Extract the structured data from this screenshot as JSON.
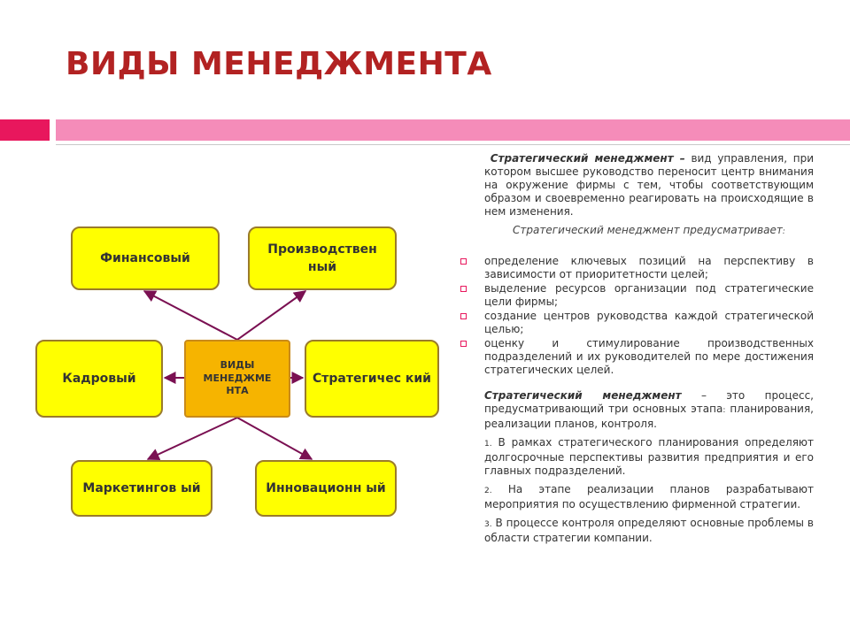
{
  "slide": {
    "title": "ВИДЫ МЕНЕДЖМЕНТА"
  },
  "diagram": {
    "center": "ВИДЫ МЕНЕДЖМЕ НТА",
    "nodes": {
      "financial": "Финансовый",
      "production": "Производствен ный",
      "personnel": "Кадровый",
      "strategic": "Стратегичес кий",
      "marketing": "Маркетингов ый",
      "innovation": "Инновационн ый"
    }
  },
  "text": {
    "def1_term": "Стратегический менеджмент –",
    "def1_body": " вид управления, при котором высшее руководство переносит центр внимания на окружение фирмы с тем, чтобы соответствующим образом и своевременно реагировать на происходящие в нем изменения.",
    "provides": "Стратегический менеджмент предусматривает",
    "provides_colon": ":",
    "bullets": [
      "определение ключевых позиций на перспективу в зависимости от приоритетности целей;",
      "выделение ресурсов организации под стратегические цели фирмы;",
      "создание центров руководства каждой стратегической целью;",
      "оценку и стимулирование производственных подразделений и их руководителей по мере достижения стратегических целей."
    ],
    "def2_term": "Стратегический менеджмент",
    "def2_body": " – это процесс, предусматривающий три основных этапа",
    "def2_colon": ":",
    "def2_tail": " планирования, реализации планов, контроля.",
    "steps": [
      {
        "num": "1.",
        "text": " В рамках стратегического планирования определяют долгосрочные перспективы развития предприятия и его главных подразделений."
      },
      {
        "num": "2.",
        "text": " На этапе реализации планов разрабатывают мероприятия по осуществлению фирменной стратегии."
      },
      {
        "num": "3.",
        "text": " В процессе контроля определяют основные проблемы в области стратегии компании."
      }
    ]
  },
  "colors": {
    "title": "#b22222",
    "band_accent": "#e8175d",
    "band_light": "#f58cb9",
    "node_fill": "#ffff00",
    "center_fill": "#f6b400",
    "arrow": "#7a1052"
  }
}
